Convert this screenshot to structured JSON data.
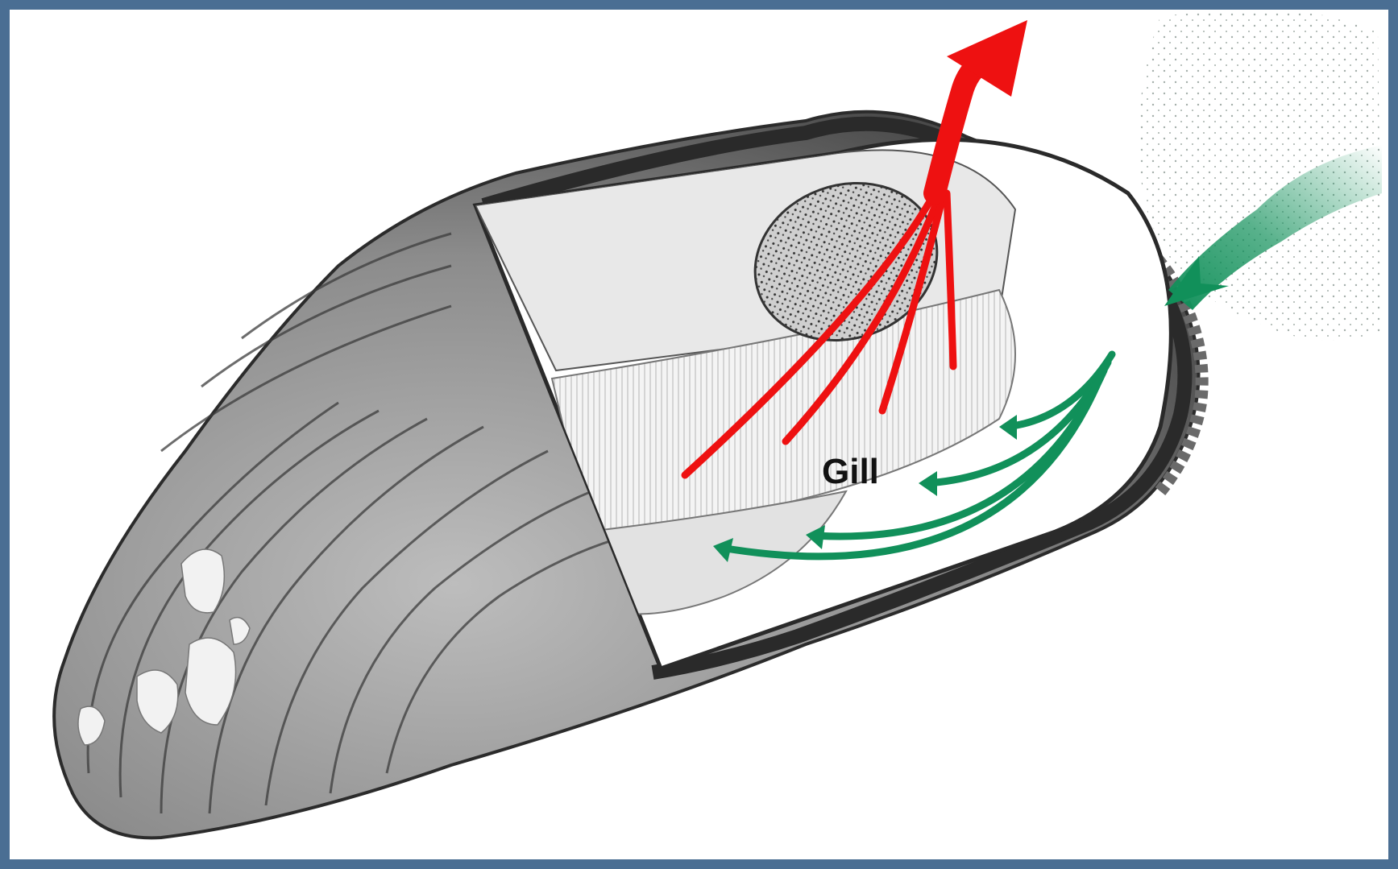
{
  "diagram": {
    "labels": {
      "gill": "Gill"
    },
    "colors": {
      "frame": "#4a6e93",
      "background": "#ffffff",
      "outflow_arrow": "#ee1111",
      "inflow_arrow": "#11905a",
      "shell_dark": "#3a3a3a",
      "shell_mid": "#8a8a8a",
      "interior": "#e9e9e9"
    },
    "icons": {
      "outflow": "red-arrow-exhalant-flow",
      "inflow": "green-arrow-inhalant-flow"
    }
  }
}
